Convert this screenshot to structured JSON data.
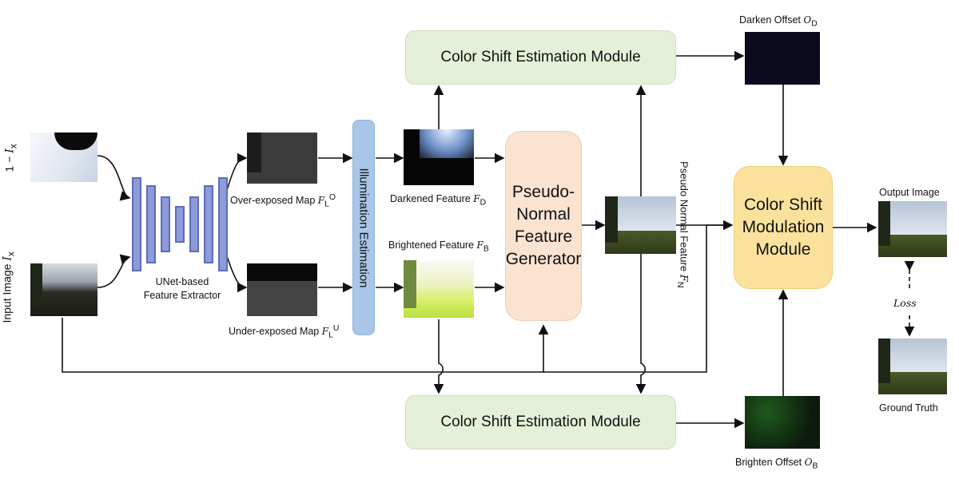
{
  "modules": {
    "cse_top": "Color Shift Estimation Module",
    "cse_bottom": "Color Shift Estimation Module",
    "pseudo_normal": [
      "Pseudo-",
      "Normal",
      "Feature",
      "Generator"
    ],
    "color_shift_mod": [
      "Color Shift",
      "Modulation",
      "Module"
    ],
    "illumination": "Illumination Estimation"
  },
  "labels": {
    "unet": [
      "UNet-based",
      "Feature Extractor"
    ],
    "over_exposed": "Over-exposed Map",
    "under_exposed": "Under-exposed Map",
    "darkened": "Darkened Feature",
    "brightened": "Brightened Feature",
    "darken_offset": "Darken Offset",
    "brighten_offset": "Brighten Offset",
    "pseudo_normal_feature": "Pseudo Normal Feature",
    "output_image": "Output Image",
    "ground_truth": "Ground Truth",
    "loss": "Loss",
    "one_minus": "1 − ",
    "input_image": "Input Image"
  },
  "symbols": {
    "ix": "I",
    "ix_sub": "x",
    "fl": "F",
    "fl_sub": "L",
    "fl_sup_o": "O",
    "fl_sup_u": "U",
    "fd": "F",
    "fd_sub": "D",
    "fb": "F",
    "fb_sub": "B",
    "od": "O",
    "od_sub": "D",
    "ob": "O",
    "ob_sub": "B",
    "fn": "F",
    "fn_sub": "N"
  },
  "colors": {
    "cse": "#e4f0d8",
    "pseudo_normal": "#fbe3d2",
    "modulation": "#fbe29c",
    "illumination": "#a9c6e8",
    "unet": "#8e9bd8"
  }
}
